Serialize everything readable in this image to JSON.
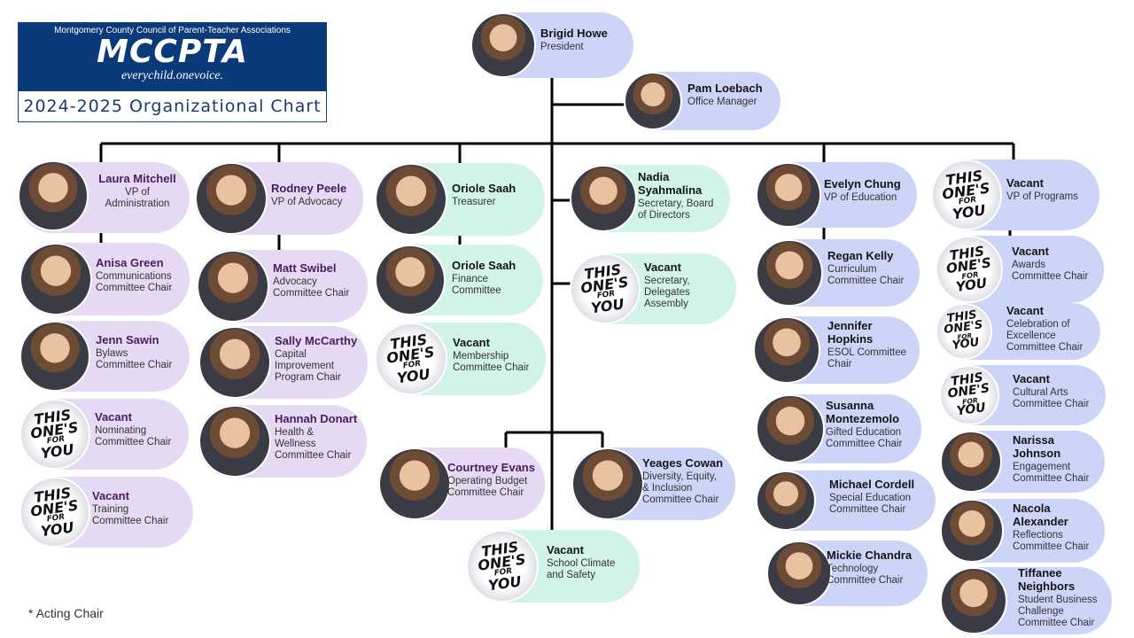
{
  "header": {
    "org_full": "Montgomery County Council of Parent-Teacher Associations",
    "logo": "MCCPTA",
    "tagline": "everychild.onevoice.",
    "chart_title": "2024-2025 Organizational Chart"
  },
  "vacant_badge": [
    "THIS",
    "ONE'S",
    "FOR",
    "YOU"
  ],
  "colors": {
    "lavender": "#e5d9f4",
    "green": "#d2f3e8",
    "blue": "#ccd4f8",
    "logo_blue": "#0b3a7a",
    "line": "#000000"
  },
  "people": {
    "president": {
      "name": "Brigid Howe",
      "title": "President"
    },
    "office": {
      "name": "Pam Loebach",
      "title": "Office Manager"
    },
    "vp_admin": {
      "name": "Laura Mitchell",
      "title": "VP of\nAdministration"
    },
    "comm": {
      "name": "Anisa Green",
      "title": "Communications\nCommittee Chair"
    },
    "bylaws": {
      "name": "Jenn Sawin",
      "title": "Bylaws\nCommittee Chair"
    },
    "nominating": {
      "name": "Vacant",
      "title": "Nominating\nCommittee Chair"
    },
    "training": {
      "name": "Vacant",
      "title": "Training\nCommittee Chair"
    },
    "vp_advocacy": {
      "name": "Rodney Peele",
      "title": "VP of Advocacy"
    },
    "advocacy": {
      "name": "Matt Swibel",
      "title": "Advocacy\nCommittee Chair"
    },
    "cip": {
      "name": "Sally McCarthy",
      "title": "Capital\nImprovement\nProgram Chair"
    },
    "health": {
      "name": "Hannah Donart",
      "title": "Health &\nWellness\nCommittee Chair"
    },
    "treasurer": {
      "name": "Oriole Saah",
      "title": "Treasurer"
    },
    "finance": {
      "name": "Oriole Saah",
      "title": "Finance\nCommittee"
    },
    "membership": {
      "name": "Vacant",
      "title": "Membership\nCommittee Chair"
    },
    "secretary": {
      "name": "Nadia\nSyahmalina",
      "title": "Secretary, Board\nof Directors"
    },
    "sec_delegates": {
      "name": "Vacant",
      "title": "Secretary,\nDelegates\nAssembly"
    },
    "budget": {
      "name": "Courtney Evans",
      "title": "Operating Budget\nCommittee Chair"
    },
    "dei": {
      "name": "Yeages Cowan",
      "title": "Diversity, Equity,\n& Inclusion\nCommittee Chair"
    },
    "climate": {
      "name": "Vacant",
      "title": "School Climate\nand Safety"
    },
    "vp_edu": {
      "name": "Evelyn Chung",
      "title": "VP of Education"
    },
    "curriculum": {
      "name": "Regan Kelly",
      "title": "Curriculum\nCommittee Chair"
    },
    "esol": {
      "name": "Jennifer\nHopkins",
      "title": "ESOL Committee\nChair"
    },
    "gifted": {
      "name": "Susanna\nMontezemolo",
      "title": "Gifted Education\nCommittee Chair"
    },
    "special": {
      "name": "Michael Cordell",
      "title": "Special Education\nCommittee Chair"
    },
    "tech": {
      "name": "Mickie Chandra",
      "title": "Technology\nCommittee Chair"
    },
    "vp_prog": {
      "name": "Vacant",
      "title": "VP of Programs"
    },
    "awards": {
      "name": "Vacant",
      "title": "Awards\nCommittee Chair"
    },
    "excellence": {
      "name": "Vacant",
      "title": "Celebration of\nExcellence\nCommittee Chair"
    },
    "arts": {
      "name": "Vacant",
      "title": "Cultural Arts\nCommittee Chair"
    },
    "engagement": {
      "name": "Narissa\nJohnson",
      "title": "Engagement\nCommittee Chair"
    },
    "reflections": {
      "name": "Nacola\nAlexander",
      "title": "Reflections\nCommittee Chair"
    },
    "business": {
      "name": "Tiffanee\nNeighbors",
      "title": "Student Business\nChallenge\nCommittee Chair"
    }
  },
  "footnote": "* Acting Chair"
}
